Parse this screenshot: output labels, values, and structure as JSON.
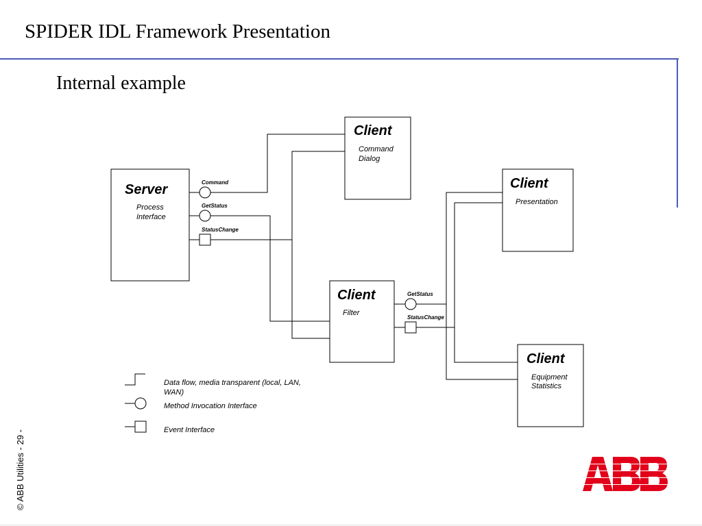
{
  "slide": {
    "title": "SPIDER IDL Framework Presentation",
    "subtitle": "Internal example",
    "copyright": "© ABB Utilities  - 29 -"
  },
  "diagram": {
    "server": {
      "title": "Server",
      "sub1": "Process",
      "sub2": "Interface"
    },
    "server_ports": {
      "command": "Command",
      "getstatus": "GetStatus",
      "statuschange": "StatusChange"
    },
    "client_command": {
      "title": "Client",
      "sub1": "Command",
      "sub2": "Dialog"
    },
    "client_presentation": {
      "title": "Client",
      "sub1": "Presentation"
    },
    "client_filter": {
      "title": "Client",
      "sub1": "Filter"
    },
    "filter_ports": {
      "getstatus": "GetStatus",
      "statuschange": "StatusChange"
    },
    "client_equipment": {
      "title": "Client",
      "sub1": "Equipment",
      "sub2": "Statistics"
    }
  },
  "legend": {
    "dataflow_line1": "Data flow, media transparent (local, LAN,",
    "dataflow_line2": "WAN)",
    "method": "Method Invocation Interface",
    "event": "Event Interface"
  },
  "logo": {
    "text": "ABB",
    "color": "#e2001a"
  },
  "colors": {
    "accent_rule": "#4a5ab8"
  }
}
